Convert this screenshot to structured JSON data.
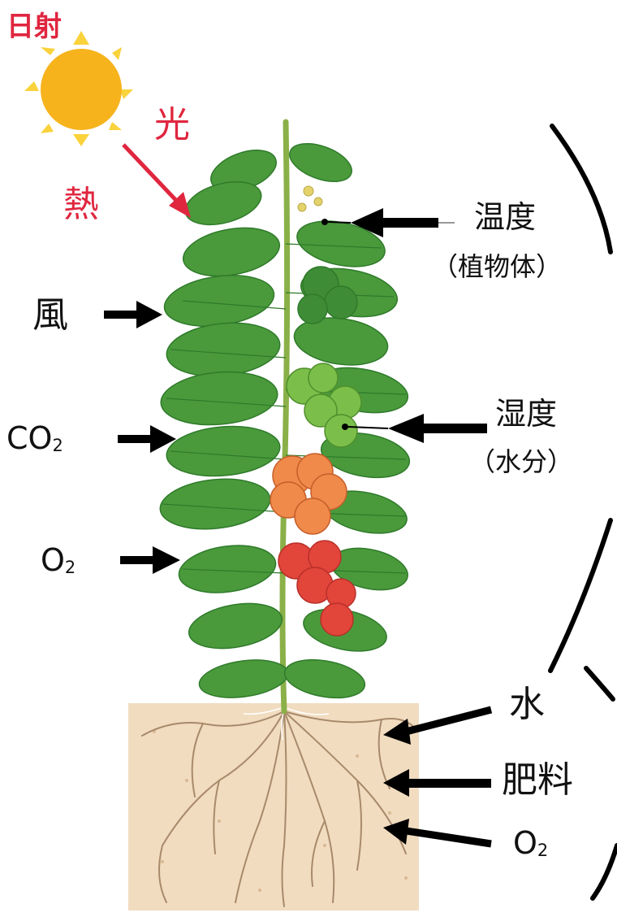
{
  "labels": {
    "solar_radiation": "日射",
    "light": "光",
    "heat": "熱",
    "wind": "風",
    "co2": "CO",
    "co2_subscript": "2",
    "o2_above": "O",
    "o2_above_subscript": "2",
    "temperature": "温度",
    "temperature_note": "（植物体）",
    "humidity": "湿度",
    "humidity_note": "（水分）",
    "water": "水",
    "fertilizer": "肥料",
    "o2_root": "O",
    "o2_root_subscript": "2"
  },
  "colors": {
    "accent_red": "#e0263f",
    "sun_core": "#f6b31c",
    "sun_rays": "#f9d23c",
    "soil": "#f1dcc0",
    "leaf": "#4a9a3c",
    "leaf_dark": "#2f7a2a",
    "stem": "#8ab048",
    "tomato_ripe": "#e2453a",
    "tomato_orange": "#ef8a4a",
    "tomato_green": "#7bbf4a",
    "root": "#a88a6a",
    "arrow": "#000000"
  }
}
